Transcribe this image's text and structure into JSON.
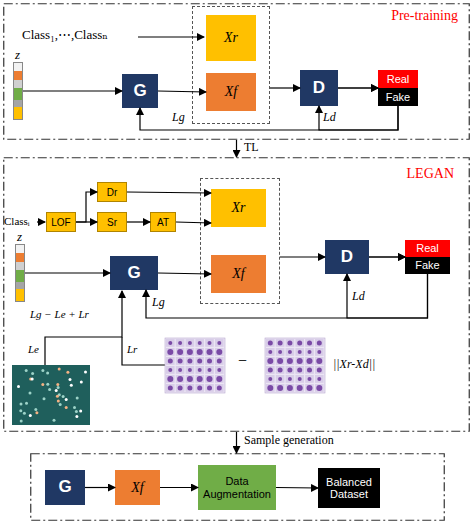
{
  "diagram": {
    "nodes": [
      {
        "text": [
          "Pre-training"
        ]
      },
      {
        "text": [
          "z"
        ],
        "in": 0
      },
      {
        "text": [
          "G"
        ],
        "in": 0
      },
      {
        "text": [],
        "in": 0
      },
      {
        "text": [
          "Xr"
        ],
        "in": 3
      },
      {
        "text": [
          "Xf"
        ],
        "in": 3
      },
      {
        "text": [
          "D"
        ],
        "in": 0
      },
      {
        "text": [
          "Real"
        ],
        "in": 0
      },
      {
        "text": [
          "Fake"
        ],
        "in": 0
      },
      {
        "text": [
          "LEGAN"
        ]
      },
      {
        "text": [
          "LOF"
        ],
        "in": 9
      },
      {
        "text": [
          "Dr"
        ],
        "in": 9
      },
      {
        "text": [
          "Sr"
        ],
        "in": 9
      },
      {
        "text": [
          "AT"
        ],
        "in": 9
      },
      {
        "text": [],
        "in": 9
      },
      {
        "text": [
          "Xr"
        ],
        "in": 14
      },
      {
        "text": [
          "Xf"
        ],
        "in": 14
      },
      {
        "text": [
          "z"
        ],
        "in": 9
      },
      {
        "text": [
          "G"
        ],
        "in": 9
      },
      {
        "text": [
          "D"
        ],
        "in": 9
      },
      {
        "text": [
          "Real"
        ],
        "in": 9
      },
      {
        "text": [
          "Fake"
        ],
        "in": 9
      },
      {
        "text": []
      },
      {
        "text": [
          "G"
        ],
        "in": 22
      },
      {
        "text": [
          "Xf"
        ],
        "in": 22
      },
      {
        "text": [
          "Data Augmentation"
        ],
        "in": 22
      },
      {
        "text": [
          "Balanced Dataset"
        ],
        "in": 22
      }
    ],
    "edges": [
      {
        "from": 1,
        "to": 2,
        "arrow": "to"
      },
      {
        "from": 2,
        "to": 5,
        "arrow": "to"
      },
      {
        "from": 3,
        "to": 6,
        "arrow": "to"
      },
      {
        "from": 6,
        "to": 7,
        "arrow": "to"
      },
      {
        "from": 6,
        "to": 8,
        "arrow": "to"
      },
      {
        "from": 8,
        "to": 6,
        "arrow": "to",
        "label": "Ld"
      },
      {
        "from": 8,
        "to": 2,
        "arrow": "to",
        "label": "Lg"
      },
      {
        "from": 0,
        "to": 9,
        "arrow": "to",
        "label": "TL"
      },
      {
        "from": 10,
        "to": 11,
        "arrow": "to"
      },
      {
        "from": 10,
        "to": 12,
        "arrow": "to"
      },
      {
        "from": 11,
        "to": 15,
        "arrow": "to"
      },
      {
        "from": 12,
        "to": 13,
        "arrow": "to"
      },
      {
        "from": 13,
        "to": 15,
        "arrow": "to"
      },
      {
        "from": 17,
        "to": 18,
        "arrow": "to"
      },
      {
        "from": 18,
        "to": 16,
        "arrow": "to"
      },
      {
        "from": 14,
        "to": 19,
        "arrow": "to"
      },
      {
        "from": 19,
        "to": 20,
        "arrow": "to"
      },
      {
        "from": 19,
        "to": 21,
        "arrow": "to"
      },
      {
        "from": 21,
        "to": 19,
        "arrow": "to",
        "label": "Ld"
      },
      {
        "from": 21,
        "to": 18,
        "arrow": "to",
        "label": "Lg"
      },
      {
        "from": 9,
        "to": 22,
        "arrow": "to",
        "label": "Sample generation"
      },
      {
        "from": 23,
        "to": 24,
        "arrow": "to"
      },
      {
        "from": 24,
        "to": 25,
        "arrow": "to"
      },
      {
        "from": 25,
        "to": 26,
        "arrow": "to"
      }
    ],
    "labels": [
      "Class₁,⋯,Classₙ",
      "Classᵢ",
      "Lg − Le + Lr",
      "Le",
      "Lr",
      "−",
      "||Xr-Xd||"
    ]
  }
}
